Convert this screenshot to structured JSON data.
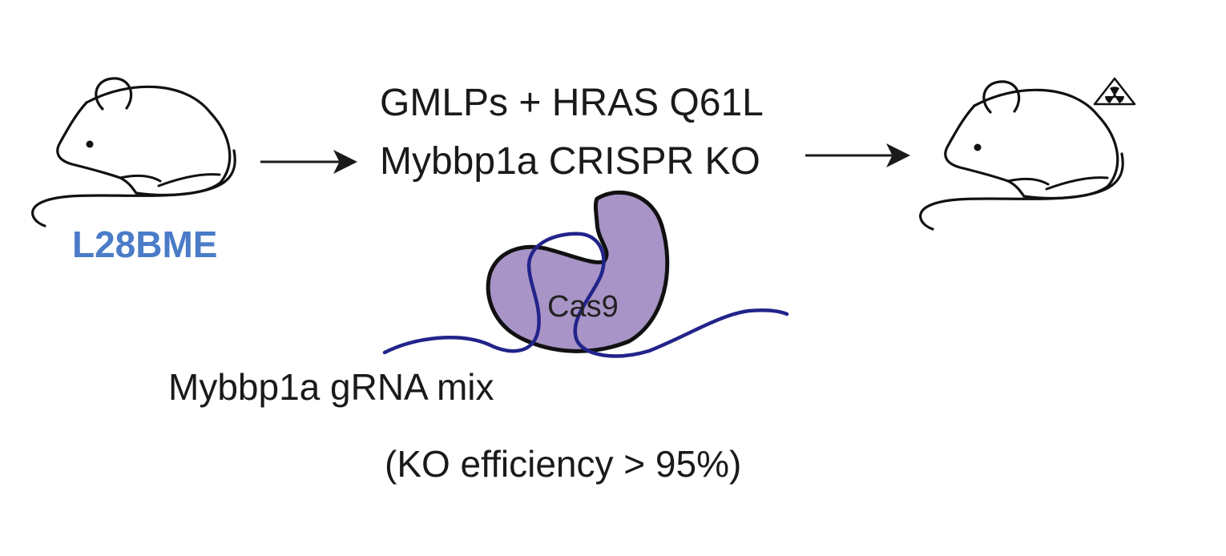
{
  "diagram": {
    "donor_label": "L28BME",
    "treatment_line1": "GMLPs + HRAS Q61L",
    "treatment_line2": "Mybbp1a CRISPR KO",
    "protein_label": "Cas9",
    "grna_label": "Mybbp1a gRNA mix",
    "efficiency_note": "(KO efficiency > 95%)",
    "recipient_mark": "radiation-trefoil-icon"
  },
  "colors": {
    "donor_label": "#4a7cc8",
    "cas9_fill": "#a894c6",
    "grna_strand": "#22248a",
    "outline": "#111111"
  }
}
